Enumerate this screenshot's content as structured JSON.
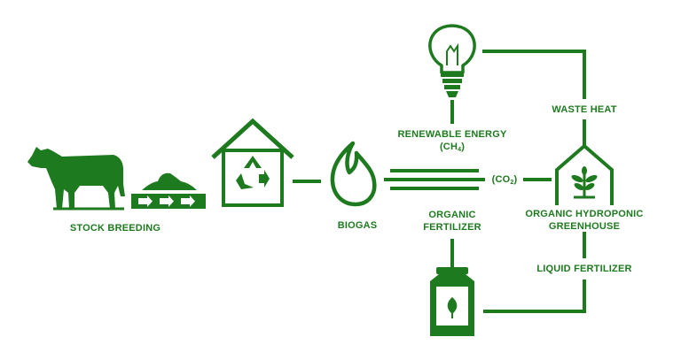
{
  "colors": {
    "primary": "#1e7a1e",
    "background": "#ffffff"
  },
  "icons": [
    "cow-icon",
    "manure-conveyor-icon",
    "recycle-house-icon",
    "flame-icon",
    "light-bulb-icon",
    "greenhouse-plant-icon",
    "fertilizer-tank-icon"
  ],
  "labels": {
    "stock_breeding": "STOCK BREEDING",
    "biogas": "BIOGAS",
    "renewable_energy_line1": "RENEWABLE ENERGY",
    "ch4_open": "(CH",
    "ch4_sub": "4",
    "ch4_close": ")",
    "co2_open": "(CO",
    "co2_sub": "2",
    "co2_close": ")",
    "organic_fertilizer_line1": "ORGANIC",
    "organic_fertilizer_line2": "FERTILIZER",
    "waste_heat": "WASTE HEAT",
    "greenhouse_line1": "ORGANIC HYDROPONIC",
    "greenhouse_line2": "GREENHOUSE",
    "liquid_fertilizer": "LIQUID FERTILIZER"
  }
}
